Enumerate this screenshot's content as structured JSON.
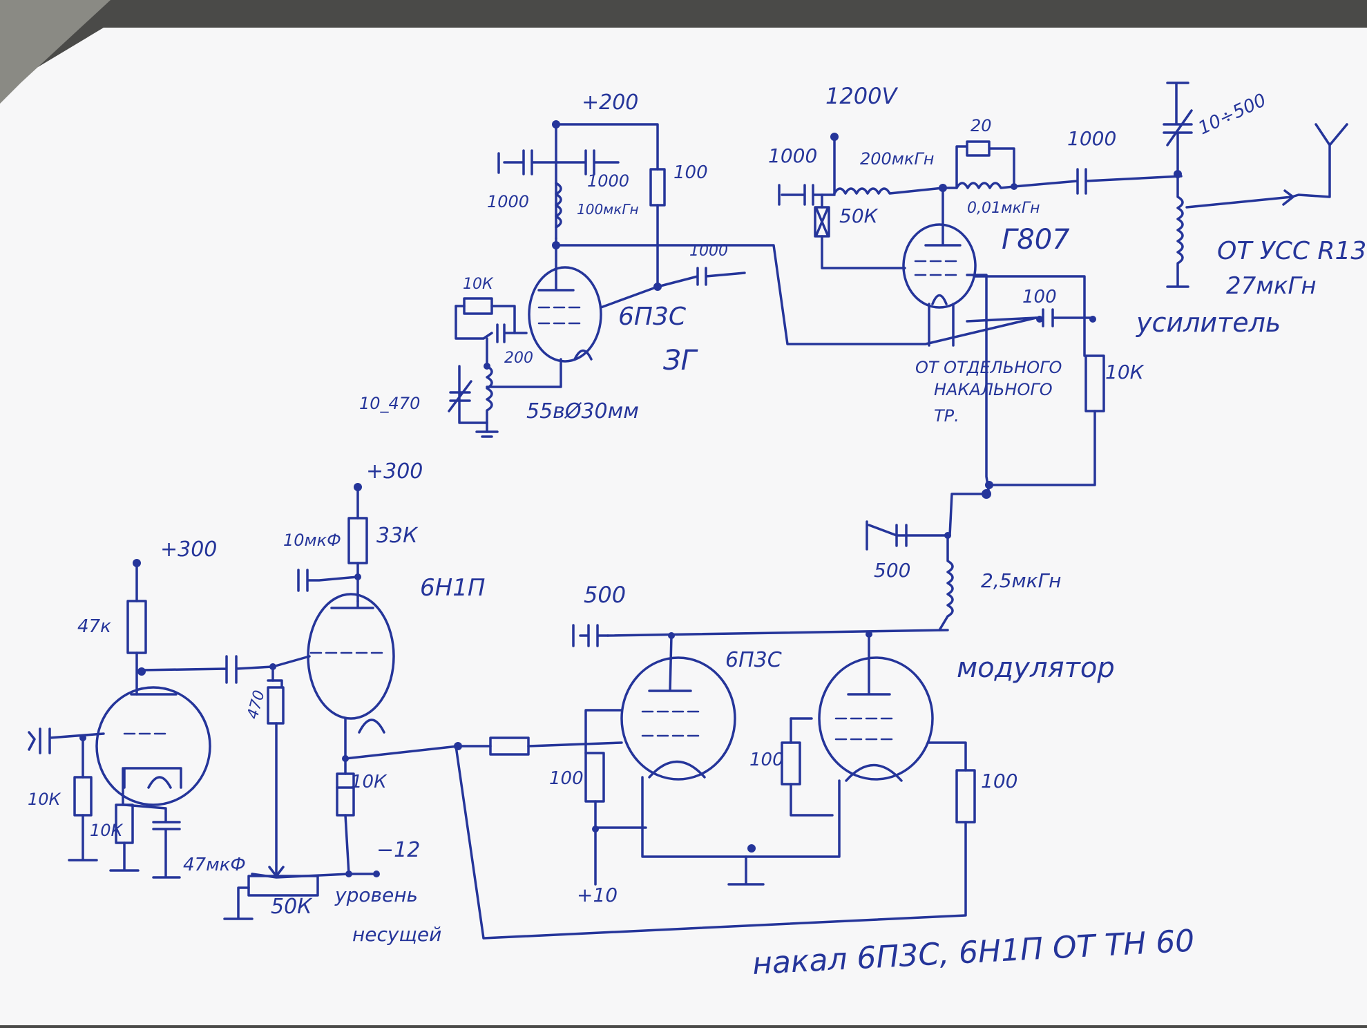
{
  "colors": {
    "ink": "#25359a",
    "paper": "#f7f7f8",
    "background": "#4a4a48"
  },
  "oscillator": {
    "supply": "+200",
    "plate_bypass_cap": "1000",
    "series_cap": "1000",
    "choke": "100мкГн",
    "screen_resistor": "100",
    "coupling_cap": "1000",
    "grid_resistor": "10К",
    "grid_cap": "200",
    "trimmer": "10_470",
    "coil": "55вØ30мм",
    "tube": "6П3С",
    "label": "ЗГ"
  },
  "amplifier": {
    "supply": "1200V",
    "bypass_cap": "1000",
    "choke": "200мкГн",
    "parasitic_res": "20",
    "parasitic_choke": "0,01мкГн",
    "grid_res": "50К",
    "tube": "Г807",
    "out_cap": "1000",
    "var_cap": "10÷500",
    "coil_source": "ОТ УСС R13",
    "coil_value": "27мкГн",
    "label": "усилитель",
    "screen_cap": "100",
    "screen_res": "10К",
    "filament_1": "ОТ ОТДЕЛЬНОГО",
    "filament_2": "НАКАЛЬНОГО",
    "filament_3": "ТР."
  },
  "modulator": {
    "cap": "500",
    "choke": "2,5мкГн",
    "bypass_cap": "500",
    "tube": "6П3С",
    "label": "модулятор",
    "grid_res_1": "100",
    "grid_res_2": "100",
    "cathode_res": "100",
    "bias": "+10"
  },
  "preamp": {
    "supply_1": "+300",
    "supply_2": "+300",
    "plate_res": "47к",
    "grid_res": "10К",
    "cathode_res": "10К",
    "cathode_cap": "47мкФ",
    "tube": "6Н1П",
    "decoupling_cap": "10мкФ",
    "decoupling_res": "33К",
    "res_470": "470",
    "cathode_res_2": "10К",
    "pot": "50К",
    "bias": "−12",
    "level_1": "уровень",
    "level_2": "несущей"
  },
  "footer_note": "накал 6П3С, 6Н1П ОТ ТН 60"
}
